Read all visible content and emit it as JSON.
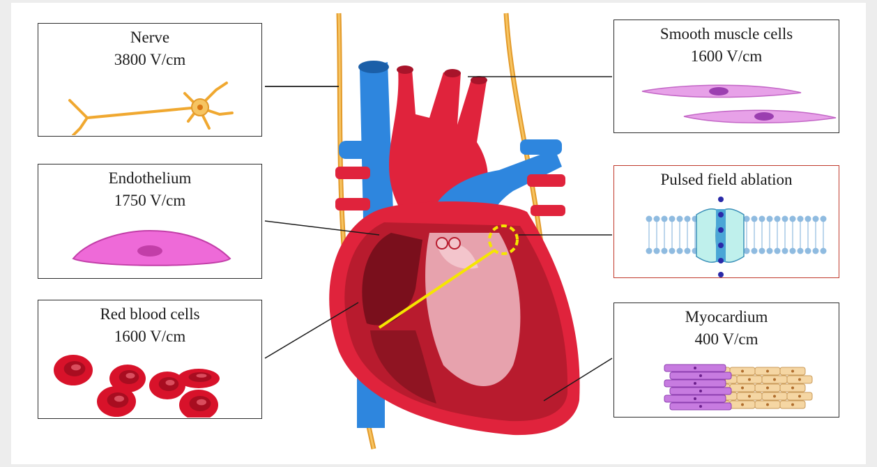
{
  "labels": {
    "nerve": {
      "name": "Nerve",
      "value": "3800 V/cm"
    },
    "smooth_muscle": {
      "name": "Smooth muscle cells",
      "value": "1600 V/cm"
    },
    "endothelium": {
      "name": "Endothelium",
      "value": "1750 V/cm"
    },
    "pfa": {
      "name": "Pulsed field ablation"
    },
    "rbc": {
      "name": "Red blood cells",
      "value": "1600 V/cm"
    },
    "myocardium": {
      "name": "Myocardium",
      "value": "400 V/cm"
    }
  },
  "icons": [
    "neuron-icon",
    "smooth-muscle-cell-icon",
    "endothelial-cell-icon",
    "membrane-pore-icon",
    "red-blood-cell-icon",
    "myocardium-tissue-icon",
    "heart-illustration"
  ],
  "colors": {
    "vein": "#2e86de",
    "artery": "#e0233c",
    "nerve": "#f0a830",
    "pfa_border": "#c0392b",
    "target": "#f5e600"
  }
}
